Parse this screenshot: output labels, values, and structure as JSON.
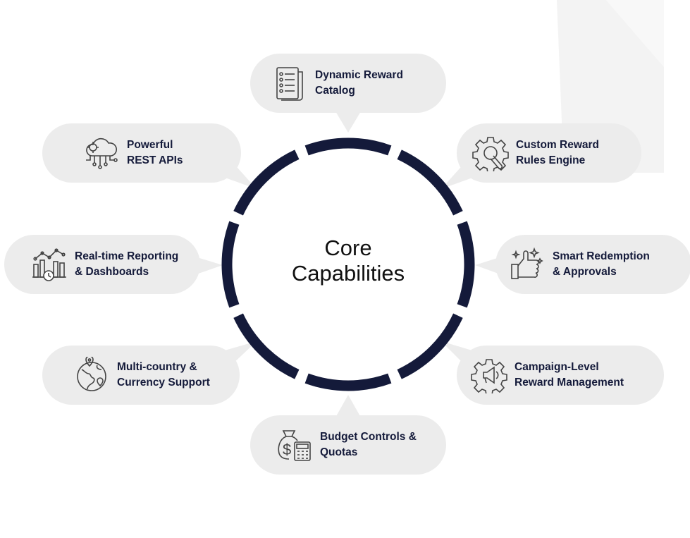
{
  "center": {
    "line1": "Core",
    "line2": "Capabilities"
  },
  "capabilities": [
    {
      "line1": "Dynamic Reward",
      "line2": "Catalog",
      "icon": "catalog-list-icon"
    },
    {
      "line1": "Custom Reward",
      "line2": "Rules Engine",
      "icon": "gear-wrench-icon"
    },
    {
      "line1": "Smart Redemption",
      "line2": "& Approvals",
      "icon": "thumbs-up-sparkle-icon"
    },
    {
      "line1": "Campaign-Level",
      "line2": "Reward Management",
      "icon": "gear-megaphone-icon"
    },
    {
      "line1": "Budget Controls &",
      "line2": "Quotas",
      "icon": "money-bag-calculator-icon"
    },
    {
      "line1": "Multi-country &",
      "line2": "Currency Support",
      "icon": "globe-pin-icon"
    },
    {
      "line1": "Real-time Reporting",
      "line2": "& Dashboards",
      "icon": "chart-clock-icon"
    },
    {
      "line1": "Powerful",
      "line2": "REST APIs",
      "icon": "cloud-gear-api-icon"
    }
  ],
  "colors": {
    "ring": "#141a3a",
    "card": "#ececec",
    "text": "#141a3a",
    "icon": "#444444",
    "watermark": "#f4f4f4"
  }
}
